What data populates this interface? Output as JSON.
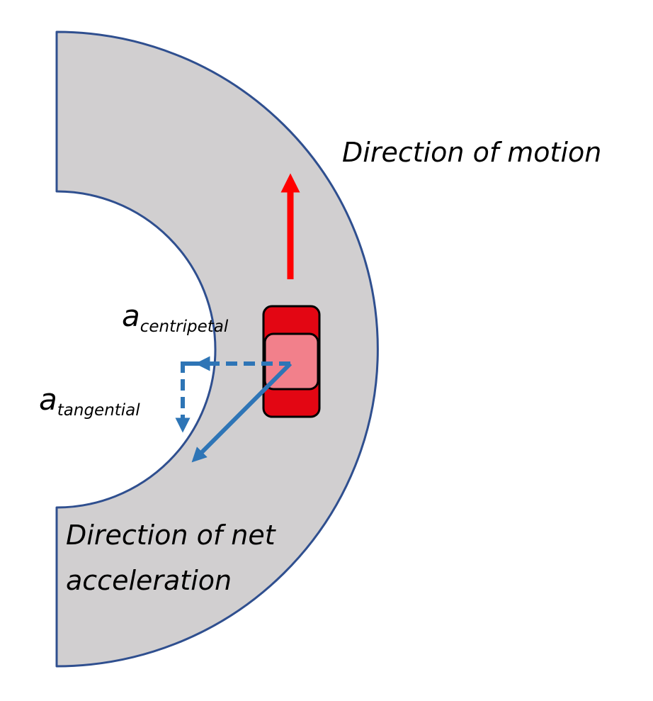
{
  "labels": {
    "direction_of_motion": "Direction of motion",
    "net_acceleration_line1": "Direction of net",
    "net_acceleration_line2": "acceleration",
    "a_centripetal_symbol": "a",
    "a_centripetal_subscript": "centripetal",
    "a_tangential_symbol": "a",
    "a_tangential_subscript": "tangential"
  },
  "colors": {
    "road_fill": "#d1cfd0",
    "road_outline": "#2f4f8f",
    "car_body": "#e30613",
    "car_cabin": "#f2808b",
    "motion_arrow": "#ff0000",
    "acceleration_arrows": "#2e75b6",
    "text": "#000000"
  }
}
